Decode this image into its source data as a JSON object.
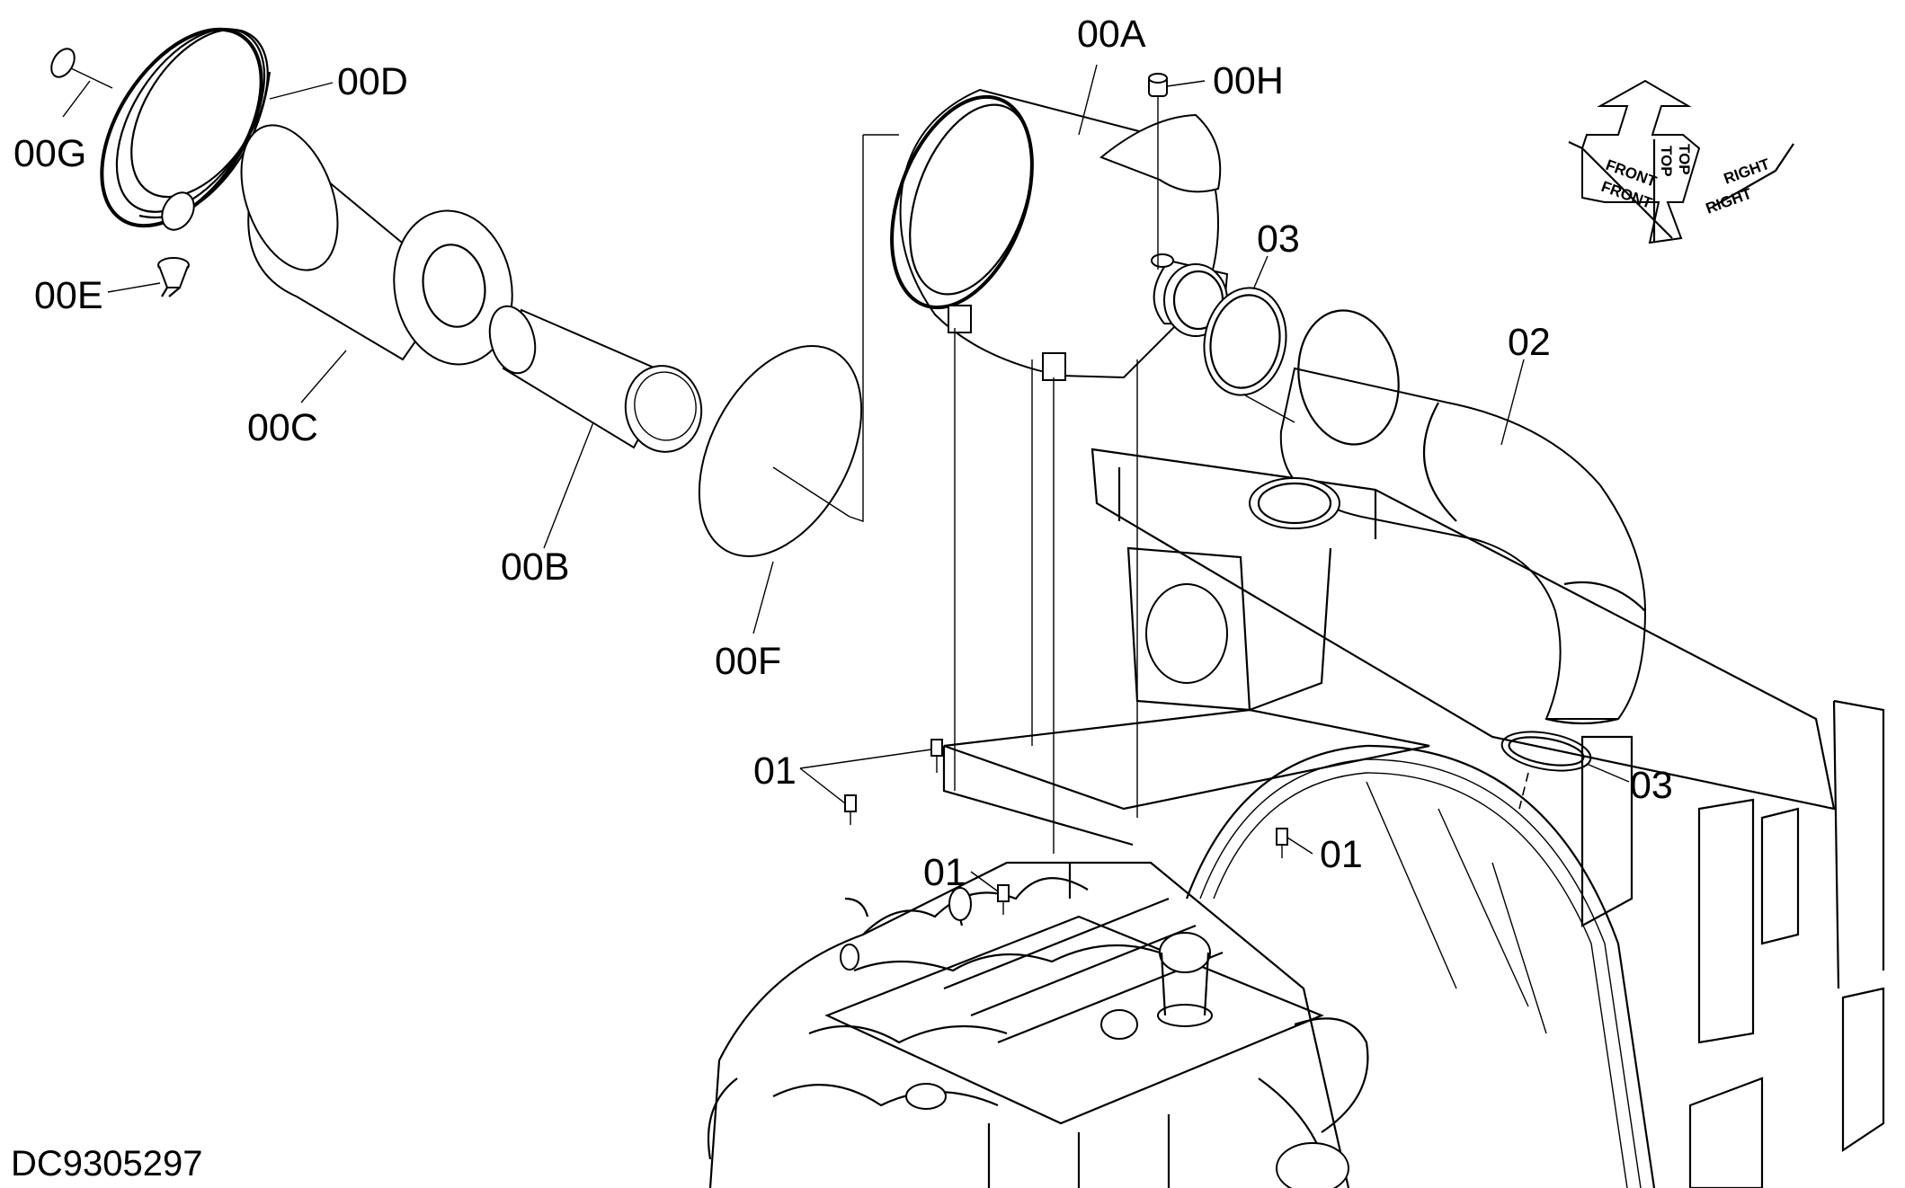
{
  "drawing": {
    "doc_number": "DC9305297",
    "orientation": {
      "front": "FRONT",
      "top": "TOP",
      "right": "RIGHT"
    },
    "labels": {
      "a00A": "00A",
      "a00B": "00B",
      "a00C": "00C",
      "a00D": "00D",
      "a00E": "00E",
      "a00F": "00F",
      "a00G": "00G",
      "a00H": "00H",
      "a01_left": "01",
      "a01_bottom": "01",
      "a01_right": "01",
      "a02": "02",
      "a03_top": "03",
      "a03_bottom": "03"
    }
  }
}
